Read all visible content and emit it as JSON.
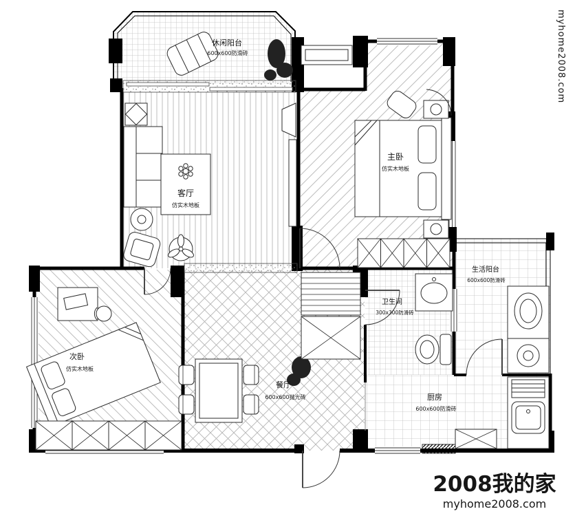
{
  "watermark": {
    "vertical": "myhome2008.com",
    "brand": "2008我的家",
    "url": "myhome2008.com"
  },
  "rooms": {
    "leisure_balcony": {
      "name": "休闲阳台",
      "floor": "600x600防滑砖"
    },
    "living": {
      "name": "客厅",
      "floor": "仿实木地板"
    },
    "master": {
      "name": "主卧",
      "floor": "仿实木地板"
    },
    "second": {
      "name": "次卧",
      "floor": "仿实木地板"
    },
    "dining": {
      "name": "餐厅",
      "floor": "600x600抛光砖"
    },
    "kitchen": {
      "name": "厨房",
      "floor": "600x600防滑砖"
    },
    "bath": {
      "name": "卫生间",
      "floor": "300x300防滑砖"
    },
    "life_balcony": {
      "name": "生活阳台",
      "floor": "600x600防滑砖"
    }
  },
  "colors": {
    "wall": "#000000",
    "line": "#333333",
    "hatch": "#bcbcbc",
    "watermark": "#9ea9ad"
  }
}
